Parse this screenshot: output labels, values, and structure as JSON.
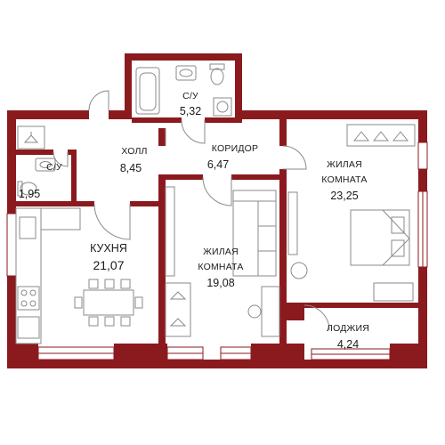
{
  "colors": {
    "wall": "#8b1a1f",
    "furniture": "#8a8a8a",
    "background": "#ffffff"
  },
  "rooms": {
    "bathroom_top": {
      "name": "С/У",
      "area": "5,32"
    },
    "hall": {
      "name": "ХОЛЛ",
      "area": "8,45"
    },
    "corridor": {
      "name": "КОРИДОР",
      "area": "6,47"
    },
    "living_room_1": {
      "name_line1": "ЖИЛАЯ",
      "name_line2": "КОМНАТА",
      "area": "23,25"
    },
    "bathroom_small": {
      "name": "С/У",
      "area": "1,95"
    },
    "kitchen": {
      "name": "КУХНЯ",
      "area": "21,07"
    },
    "living_room_2": {
      "name_line1": "ЖИЛАЯ",
      "name_line2": "КОМНАТА",
      "area": "19,08"
    },
    "loggia": {
      "name": "ЛОДЖИЯ",
      "area": "4,24"
    }
  }
}
